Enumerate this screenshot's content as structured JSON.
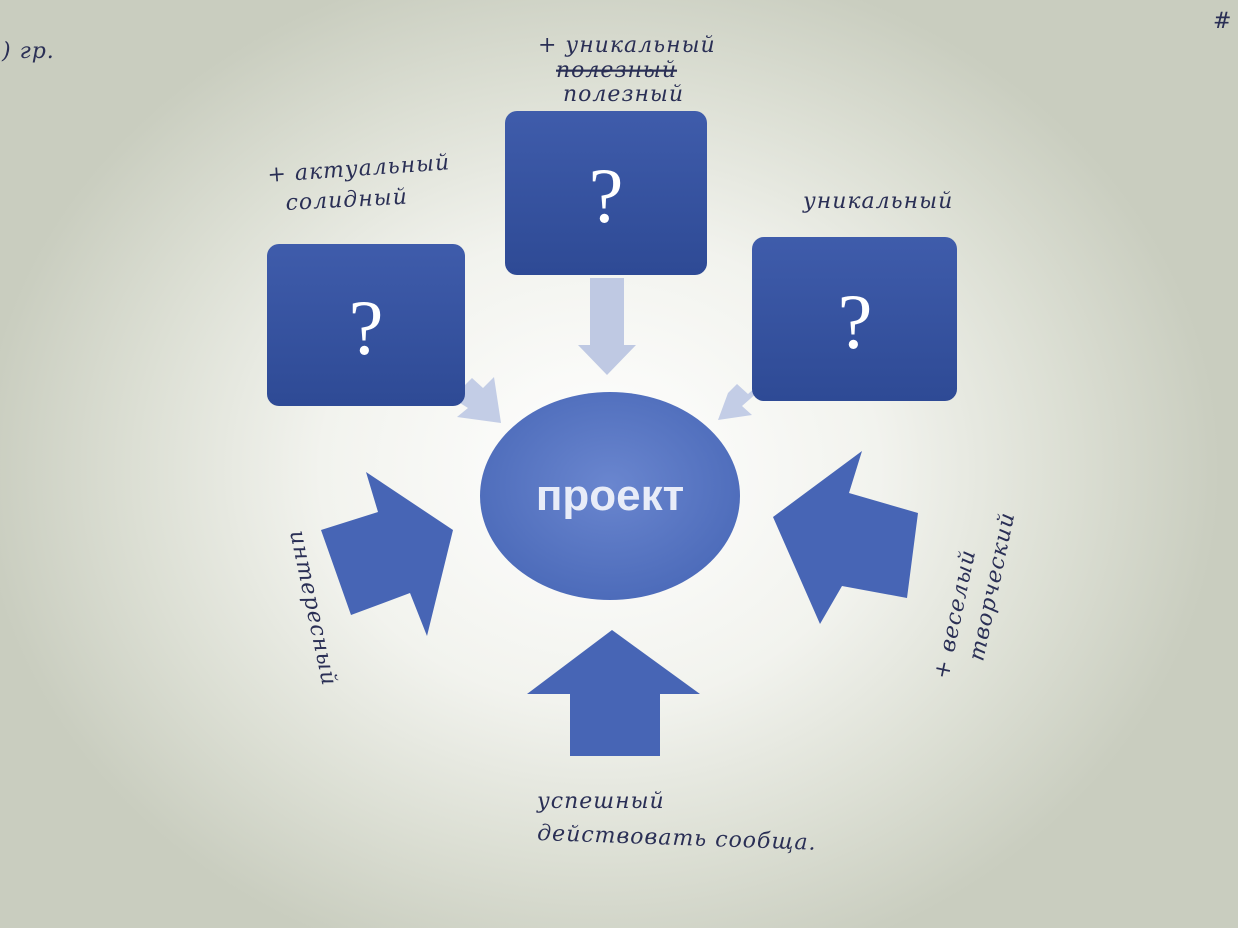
{
  "diagram": {
    "center": {
      "label": "проект"
    },
    "boxes": [
      {
        "id": "left",
        "label": "?"
      },
      {
        "id": "top",
        "label": "?"
      },
      {
        "id": "right",
        "label": "?"
      }
    ]
  },
  "notes": {
    "top_left_corner": ") гр.",
    "top_right_corner": "#",
    "top_box": {
      "line1": "+ уникальный",
      "line2": "полезный",
      "line3": "полезный"
    },
    "left_box": {
      "line1": "+ актуальный",
      "line2": "солидный"
    },
    "right_box": {
      "line1": "уникальный"
    },
    "left_arrow": "интересный",
    "right_arrow": {
      "line1": "+ веселый",
      "line2": "творческий"
    },
    "bottom_arrow": {
      "line1": "успешный",
      "line2": "действовать сообща."
    }
  },
  "colors": {
    "box_fill": "#3d5aa8",
    "box_fill_dark": "#2c4690",
    "arrow_fill": "#4765b5",
    "light_arrow_fill": "#bfc9e3",
    "ellipse_fill": "#5a78c4",
    "ink": "#2a2f55"
  }
}
